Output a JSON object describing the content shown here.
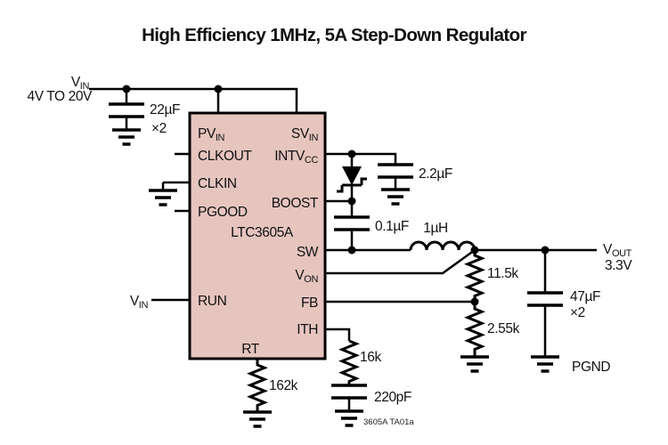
{
  "title": "High Efficiency 1MHz, 5A Step-Down Regulator",
  "caption": "3605A TA01a",
  "colors": {
    "ic_fill": "#e6c5be",
    "wire": "#000000",
    "text": "#111111",
    "background": "#ffffff"
  },
  "source": {
    "label_main": "V",
    "label_sub": "IN",
    "range": "4V TO 20V"
  },
  "input_cap": {
    "value": "22µF",
    "mult": "×2"
  },
  "ic": {
    "name": "LTC3605A",
    "pins": {
      "pvin": {
        "main": "PV",
        "sub": "IN"
      },
      "svin": {
        "main": "SV",
        "sub": "IN"
      },
      "clkout": "CLKOUT",
      "intvcc": {
        "main": "INTV",
        "sub": "CC"
      },
      "clkin": "CLKIN",
      "boost": "BOOST",
      "pgood": "PGOOD",
      "sw": "SW",
      "von": {
        "main": "V",
        "sub": "ON"
      },
      "run": "RUN",
      "fb": "FB",
      "ith": "ITH",
      "rt": "RT"
    }
  },
  "run_input": {
    "main": "V",
    "sub": "IN"
  },
  "intvcc_cap": "2.2µF",
  "boost_cap": "0.1µF",
  "inductor": "1µH",
  "divider": {
    "top": "11.5k",
    "bottom": "2.55k"
  },
  "output_cap": {
    "value": "47µF",
    "mult": "×2"
  },
  "output": {
    "label_main": "V",
    "label_sub": "OUT",
    "voltage": "3.3V"
  },
  "pgnd": "PGND",
  "rt_resistor": "162k",
  "ith_resistor": "16k",
  "ith_cap": "220pF"
}
